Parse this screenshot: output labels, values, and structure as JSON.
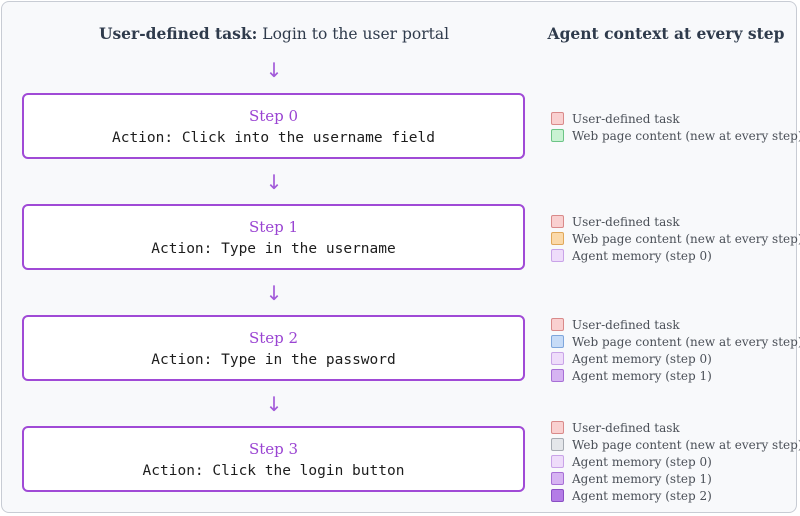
{
  "header": {
    "task_prefix": "User-defined task:",
    "task_text": " Login to the user portal",
    "context_title": "Agent context at every step"
  },
  "arrow_glyph": "↓",
  "steps": [
    {
      "label": "Step 0",
      "action": "Action: Click into the username field",
      "context": [
        {
          "text": "User-defined task",
          "fill": "#f9d0d0",
          "border": "#d98a8a"
        },
        {
          "text": "Web page content (new at every step)",
          "fill": "#c9f2d3",
          "border": "#6cc486"
        }
      ]
    },
    {
      "label": "Step 1",
      "action": "Action: Type in the username",
      "context": [
        {
          "text": "User-defined task",
          "fill": "#f9d0d0",
          "border": "#d98a8a"
        },
        {
          "text": "Web page content (new at every step)",
          "fill": "#fbd9a9",
          "border": "#e0a85a"
        },
        {
          "text": "Agent memory (step 0)",
          "fill": "#eedcfa",
          "border": "#c9a3e8"
        }
      ]
    },
    {
      "label": "Step 2",
      "action": "Action: Type in the password",
      "context": [
        {
          "text": "User-defined task",
          "fill": "#f9d0d0",
          "border": "#d98a8a"
        },
        {
          "text": "Web page content (new at every step)",
          "fill": "#c6dbf7",
          "border": "#7ea6dc"
        },
        {
          "text": "Agent memory (step 0)",
          "fill": "#eedcfa",
          "border": "#c9a3e8"
        },
        {
          "text": "Agent memory (step 1)",
          "fill": "#d6b3f2",
          "border": "#a76fd6"
        }
      ]
    },
    {
      "label": "Step 3",
      "action": "Action: Click the login button",
      "context": [
        {
          "text": "User-defined task",
          "fill": "#f9d0d0",
          "border": "#d98a8a"
        },
        {
          "text": "Web page content (new at every step)",
          "fill": "#e4e6ea",
          "border": "#a6abb3"
        },
        {
          "text": "Agent memory (step 0)",
          "fill": "#eedcfa",
          "border": "#c9a3e8"
        },
        {
          "text": "Agent memory (step 1)",
          "fill": "#d6b3f2",
          "border": "#a76fd6"
        },
        {
          "text": "Agent memory (step 2)",
          "fill": "#b47ce6",
          "border": "#8a4fc4"
        }
      ]
    }
  ]
}
